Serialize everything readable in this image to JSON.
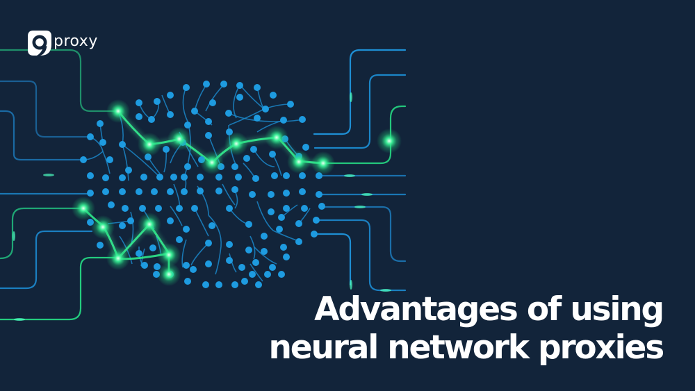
{
  "brand": {
    "logo_icon": "proxy-logo-icon",
    "name": "proxy"
  },
  "headline": {
    "line1": "Advantages of using",
    "line2": "neural network proxies"
  },
  "illustration": {
    "subject": "neural-network-sphere-icon",
    "colors": {
      "background": "#12243a",
      "node_blue": "#1e9be0",
      "trace_blue": "#1b7fc0",
      "node_green": "#2ee88a",
      "trace_green": "#22c77a",
      "glow": "#7dffb5"
    }
  }
}
